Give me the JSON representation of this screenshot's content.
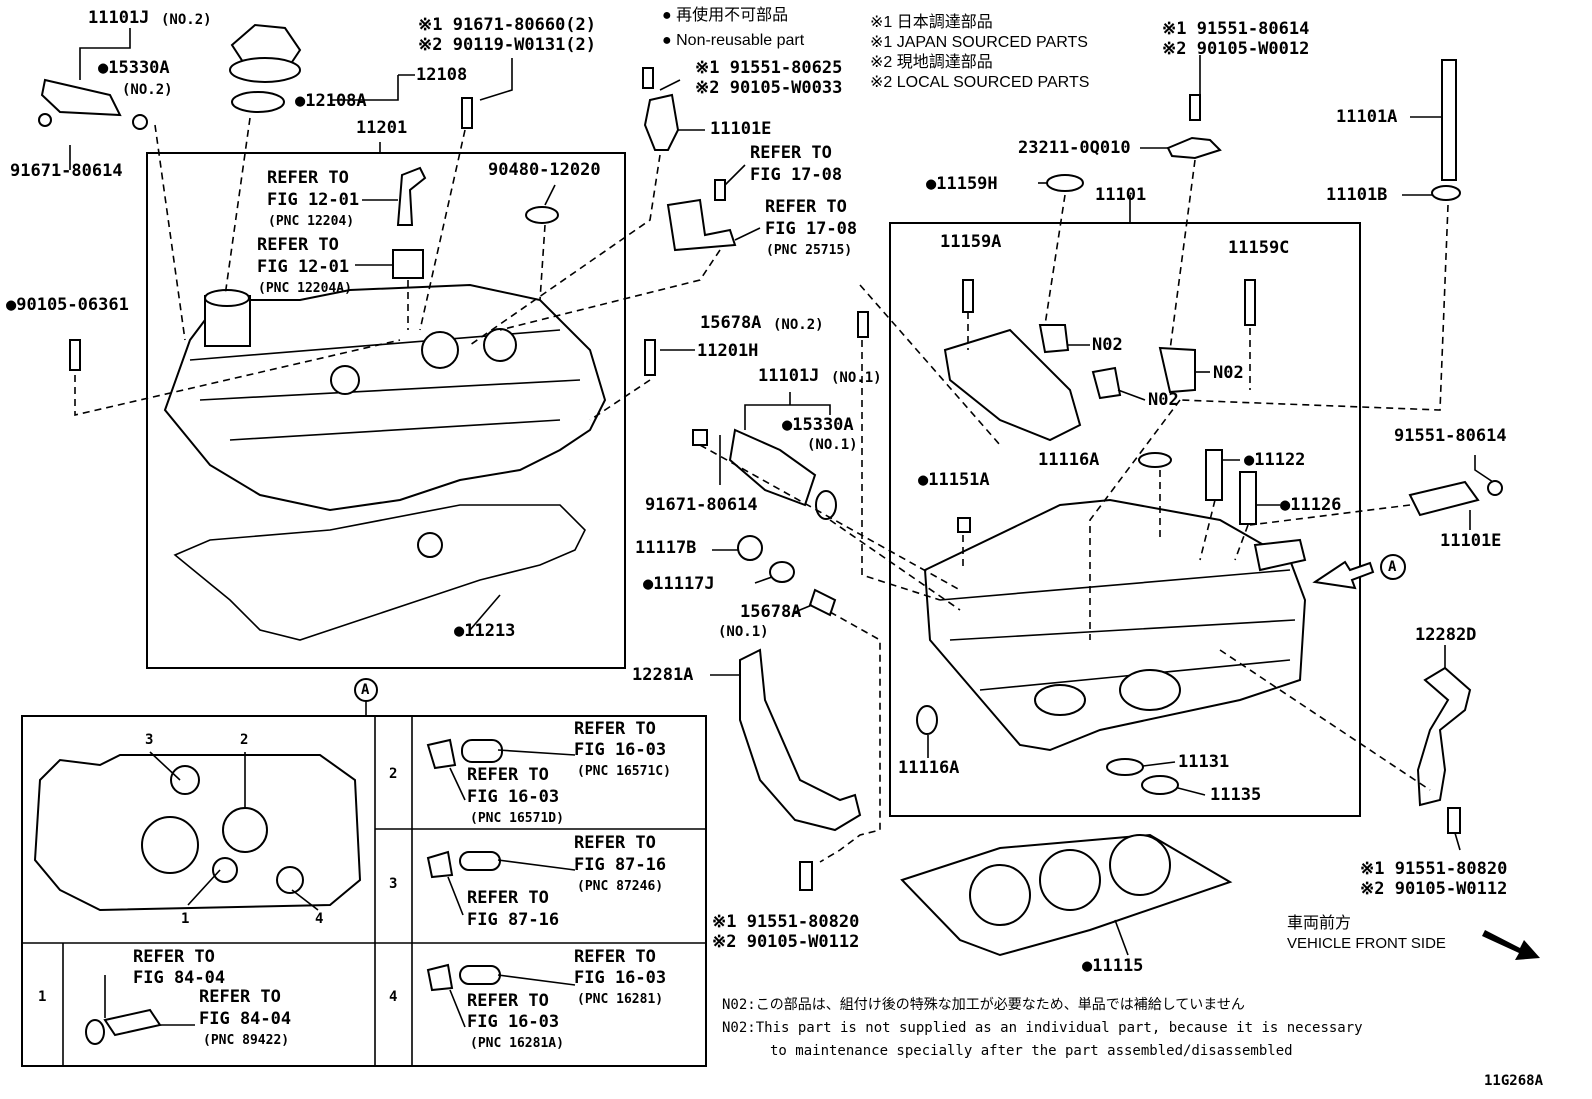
{
  "legend": {
    "bullet_jp": "● 再使用不可部品",
    "bullet_en": "● Non-reusable part",
    "s1_jp": "※1 日本調達部品",
    "s1_en": "※1 JAPAN SOURCED PARTS",
    "s2_jp": "※2 現地調達部品",
    "s2_en": "※2 LOCAL SOURCED PARTS"
  },
  "parts": {
    "p11101j_no2": "11101J",
    "p11101j_no2_sfx": "(NO.2)",
    "p15330a_top": "●15330A",
    "p15330a_top_sfx": "(NO.2)",
    "p91671_left": "91671-80614",
    "p12108": "12108",
    "p12108a": "●12108A",
    "p91671_80660": "※1 91671-80660(2)",
    "p90119": "※2 90119-W0131(2)",
    "p11201": "11201",
    "ref_12204_a": "REFER TO",
    "ref_12204_b": "FIG 12-01",
    "ref_12204_c": "(PNC 12204)",
    "ref_12204a_a": "REFER TO",
    "ref_12204a_b": "FIG 12-01",
    "ref_12204a_c": "(PNC 12204A)",
    "p90480": "90480-12020",
    "p90105_06361": "●90105-06361",
    "p11213": "●11213",
    "p91551_80625": "※1 91551-80625",
    "p90105_w0033": "※2 90105-W0033",
    "p11101e_top": "11101E",
    "ref_1708_a": "REFER TO",
    "ref_1708_b": "FIG 17-08",
    "ref_1708c_a": "REFER TO",
    "ref_1708c_b": "FIG 17-08",
    "ref_1708c_c": "(PNC 25715)",
    "p15678a_no2": "15678A",
    "p15678a_no2_sfx": "(NO.2)",
    "p11201h": "11201H",
    "p11101j_no1": "11101J",
    "p11101j_no1_sfx": "(NO.1)",
    "p15330a_mid": "●15330A",
    "p15330a_mid_sfx": "(NO.1)",
    "p91671_mid": "91671-80614",
    "p11117b": "11117B",
    "p11117j": "●11117J",
    "p15678a_no1": "15678A",
    "p15678a_no1_sfx": "(NO.1)",
    "p12281a": "12281A",
    "p91551_80820_b": "※1 91551-80820",
    "p90105_w0112_b": "※2 90105-W0112",
    "p91551_80614_tr1": "※1 91551-80614",
    "p90105_w0012": "※2 90105-W0012",
    "p23211": "23211-0Q010",
    "p11159h": "●11159H",
    "p11101": "11101",
    "p11159a": "11159A",
    "p11159c": "11159C",
    "n02_a": "N02",
    "n02_b": "N02",
    "n02_c": "N02",
    "p11116a_top": "11116A",
    "p11122": "●11122",
    "p11126": "●11126",
    "p11151a": "●11151A",
    "p11116a_bot": "11116A",
    "p11131": "11131",
    "p11135": "11135",
    "p11115": "●11115",
    "p11101a": "11101A",
    "p11101b": "11101B",
    "p91551_80614_r": "91551-80614",
    "p11101e_r": "11101E",
    "p12282d": "12282D",
    "p91551_80820_r": "※1 91551-80820",
    "p90105_w0112_r": "※2 90105-W0112",
    "callout_a": "A",
    "callout_a2": "A"
  },
  "front": {
    "jp": "車両前方",
    "en": "VEHICLE FRONT SIDE"
  },
  "inset": {
    "header": "A",
    "c1": "1",
    "c2": "2",
    "c3": "3",
    "c4": "4",
    "row2_ref1_a": "REFER TO",
    "row2_ref1_b": "FIG 16-03",
    "row2_ref1_c": "(PNC 16571C)",
    "row2_ref2_a": "REFER TO",
    "row2_ref2_b": "FIG 16-03",
    "row2_ref2_c": "(PNC 16571D)",
    "row3_ref1_a": "REFER TO",
    "row3_ref1_b": "FIG 87-16",
    "row3_ref1_c": "(PNC 87246)",
    "row3_ref2_a": "REFER TO",
    "row3_ref2_b": "FIG 87-16",
    "row1_ref1_a": "REFER TO",
    "row1_ref1_b": "FIG 84-04",
    "row1_ref2_a": "REFER TO",
    "row1_ref2_b": "FIG 84-04",
    "row1_ref2_c": "(PNC 89422)",
    "row4_ref1_a": "REFER TO",
    "row4_ref1_b": "FIG 16-03",
    "row4_ref1_c": "(PNC 16281)",
    "row4_ref2_a": "REFER TO",
    "row4_ref2_b": "FIG 16-03",
    "row4_ref2_c": "(PNC 16281A)"
  },
  "notes": {
    "jp": "N02:この部品は、組付け後の特殊な加工が必要なため、単品では補給していません",
    "en1": "N02:This part is not supplied as an individual part, because it is necessary",
    "en2": "to maintenance specially after the part assembled/disassembled"
  },
  "figure_id": "11G268A"
}
